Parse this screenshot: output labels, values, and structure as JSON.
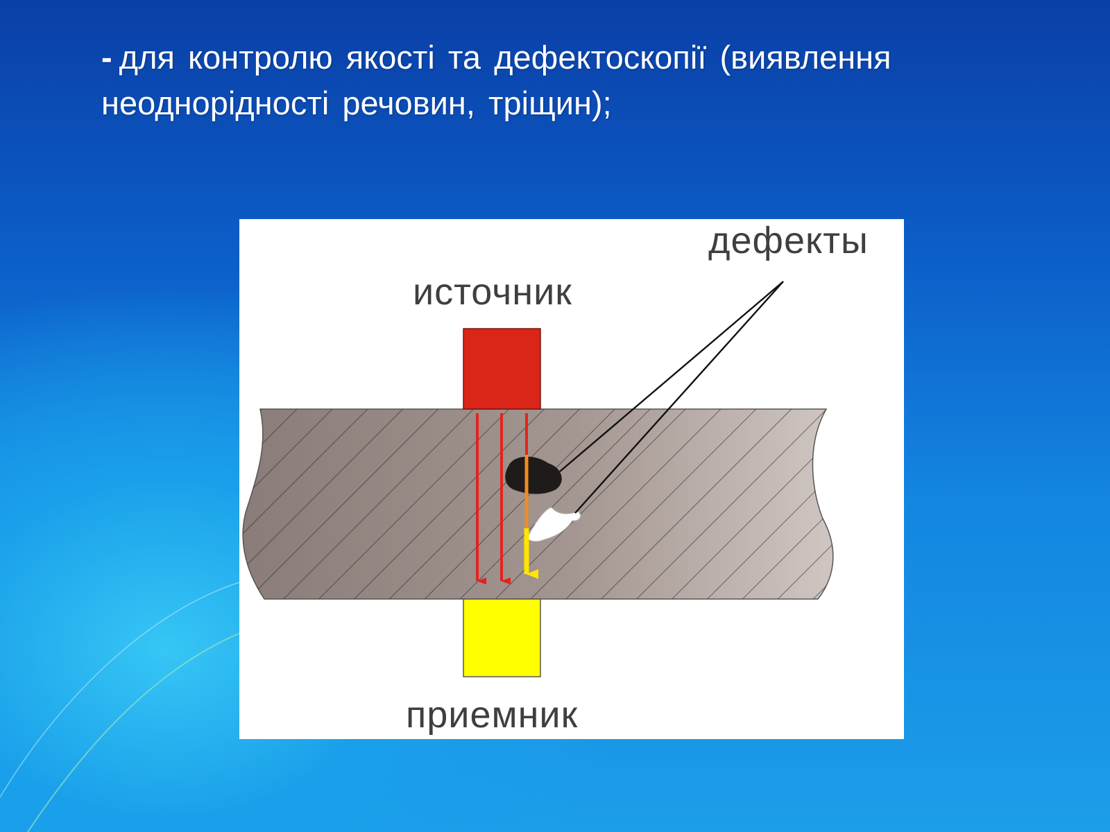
{
  "slide": {
    "bullet": "-",
    "text_line1": "для контролю якості та дефектоскопії (виявлення",
    "text_line2": "неоднорідності речовин, тріщин);"
  },
  "diagram": {
    "label_source": "источник",
    "label_receiver": "приемник",
    "label_defects": "дефекты",
    "colors": {
      "source": "#da2519",
      "receiver": "#ffff00",
      "material": "#9c8f8b",
      "ray_red": "#e4231c",
      "ray_orange": "#f08c22",
      "ray_yellow": "#ffe600"
    }
  }
}
